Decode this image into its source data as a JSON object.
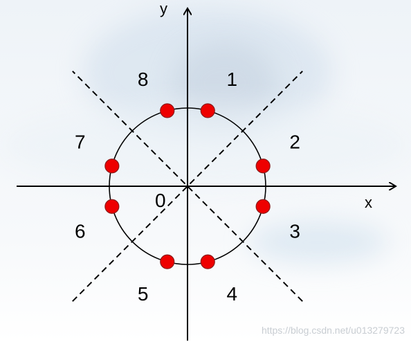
{
  "axes": {
    "x_label": "x",
    "y_label": "y"
  },
  "origin_label": "0",
  "regions": [
    {
      "label": "1",
      "angle_deg": 67.5
    },
    {
      "label": "2",
      "angle_deg": 22.5
    },
    {
      "label": "3",
      "angle_deg": -22.5
    },
    {
      "label": "4",
      "angle_deg": -67.5
    },
    {
      "label": "5",
      "angle_deg": -112.5
    },
    {
      "label": "6",
      "angle_deg": -157.5
    },
    {
      "label": "7",
      "angle_deg": 157.5
    },
    {
      "label": "8",
      "angle_deg": 112.5
    }
  ],
  "points": [
    {
      "angle_deg": 75
    },
    {
      "angle_deg": 105
    },
    {
      "angle_deg": 165
    },
    {
      "angle_deg": 195
    },
    {
      "angle_deg": 255
    },
    {
      "angle_deg": 285
    },
    {
      "angle_deg": 345
    },
    {
      "angle_deg": 15
    }
  ],
  "diagonals": [
    45,
    135
  ],
  "colors": {
    "point_fill": "#ee0000",
    "point_stroke": "#8a1a1a",
    "line": "#000000"
  },
  "watermark": "https://blog.csdn.net/u013279723"
}
